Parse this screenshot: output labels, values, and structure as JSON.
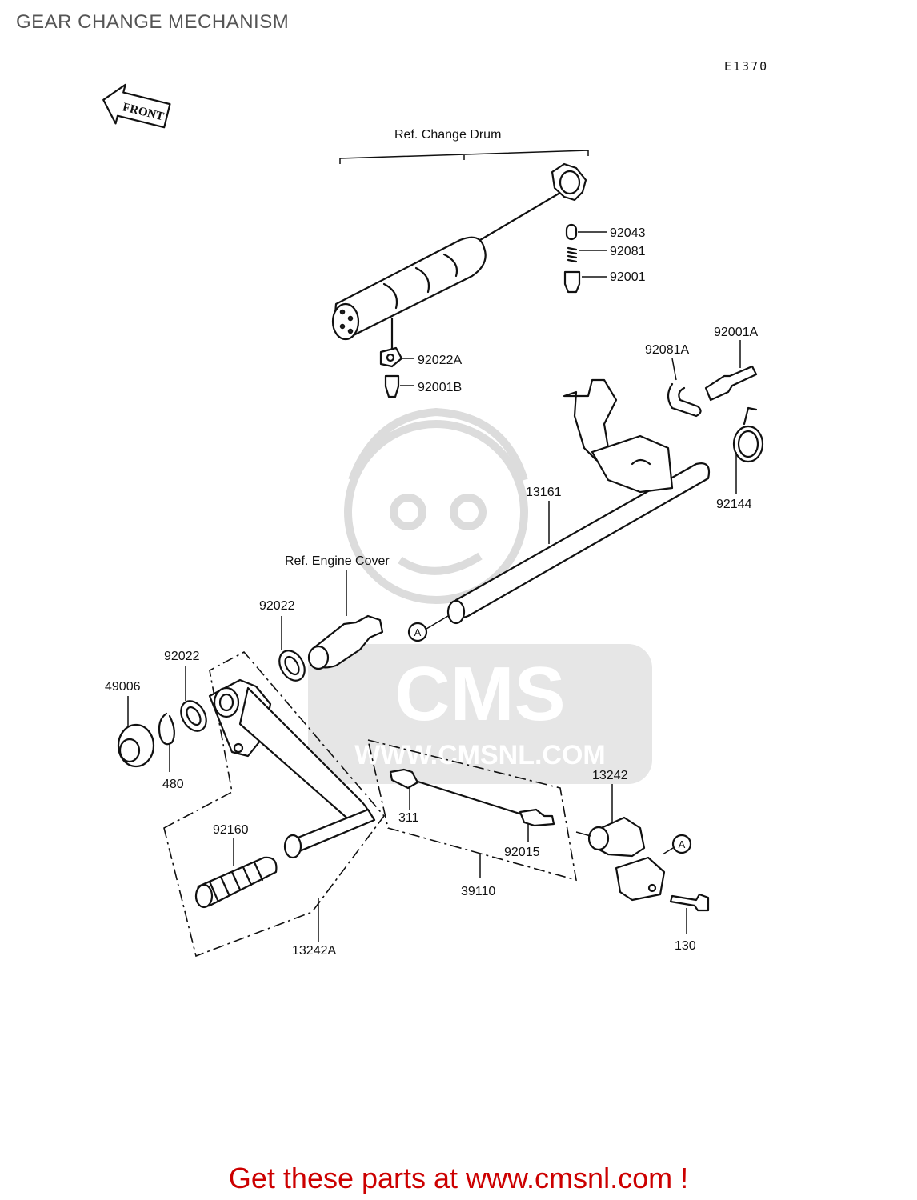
{
  "title": "GEAR CHANGE MECHANISM",
  "diagram_code": "E1370",
  "front_arrow_label": "FRONT",
  "reference_labels": {
    "change_drum": "Ref.  Change Drum",
    "engine_cover": "Ref.  Engine Cover"
  },
  "watermark": {
    "brand": "CMS",
    "url": "WWW.CMSNL.COM"
  },
  "callout_marker": "A",
  "parts": [
    {
      "id": "p92043",
      "number": "92043"
    },
    {
      "id": "p92081",
      "number": "92081"
    },
    {
      "id": "p92001",
      "number": "92001"
    },
    {
      "id": "p92022A",
      "number": "92022A"
    },
    {
      "id": "p92001B",
      "number": "92001B"
    },
    {
      "id": "p92001A",
      "number": "92001A"
    },
    {
      "id": "p92081A",
      "number": "92081A"
    },
    {
      "id": "p13161",
      "number": "13161"
    },
    {
      "id": "p92144",
      "number": "92144"
    },
    {
      "id": "p92022_cover",
      "number": "92022"
    },
    {
      "id": "p92022_pedal",
      "number": "92022"
    },
    {
      "id": "p49006",
      "number": "49006"
    },
    {
      "id": "p480",
      "number": "480"
    },
    {
      "id": "p13242",
      "number": "13242"
    },
    {
      "id": "p311",
      "number": "311"
    },
    {
      "id": "p92160",
      "number": "92160"
    },
    {
      "id": "p92015",
      "number": "92015"
    },
    {
      "id": "p39110",
      "number": "39110"
    },
    {
      "id": "p130",
      "number": "130"
    },
    {
      "id": "p13242A",
      "number": "13242A"
    }
  ],
  "footer": {
    "promo_text": "Get these parts at www.cmsnl.com !"
  }
}
